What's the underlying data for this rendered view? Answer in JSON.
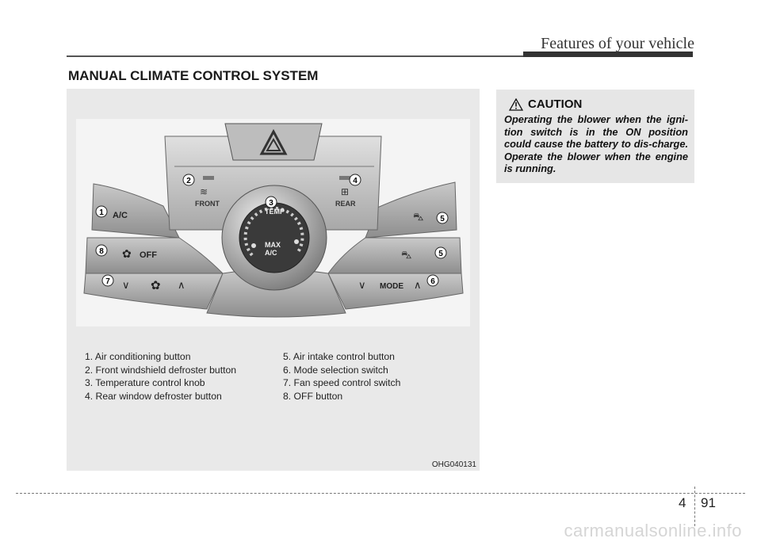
{
  "header": {
    "title": "Features of your vehicle"
  },
  "section_title": "MANUAL CLIMATE CONTROL SYSTEM",
  "figure": {
    "code": "OHG040131",
    "panel_labels": {
      "ac": "A/C",
      "off": "OFF",
      "front": "FRONT",
      "rear": "REAR",
      "mode": "MODE",
      "temp": "TEMP",
      "max": "MAX",
      "max_ac": "A/C"
    },
    "callouts": [
      "1",
      "2",
      "3",
      "4",
      "5",
      "5",
      "6",
      "7",
      "8"
    ],
    "legend_left": [
      "1. Air conditioning button",
      "2. Front windshield defroster button",
      "3. Temperature control knob",
      "4. Rear window defroster button"
    ],
    "legend_right": [
      "5. Air intake control button",
      "6. Mode selection switch",
      "7. Fan speed control switch",
      "8. OFF button"
    ]
  },
  "caution": {
    "title": "CAUTION",
    "text": "Operating the blower when the igni-tion switch is in the ON position could cause the battery to dis-charge. Operate the blower when the engine is running."
  },
  "footer": {
    "chapter": "4",
    "page": "91"
  },
  "watermark": "carmanualsonline.info"
}
